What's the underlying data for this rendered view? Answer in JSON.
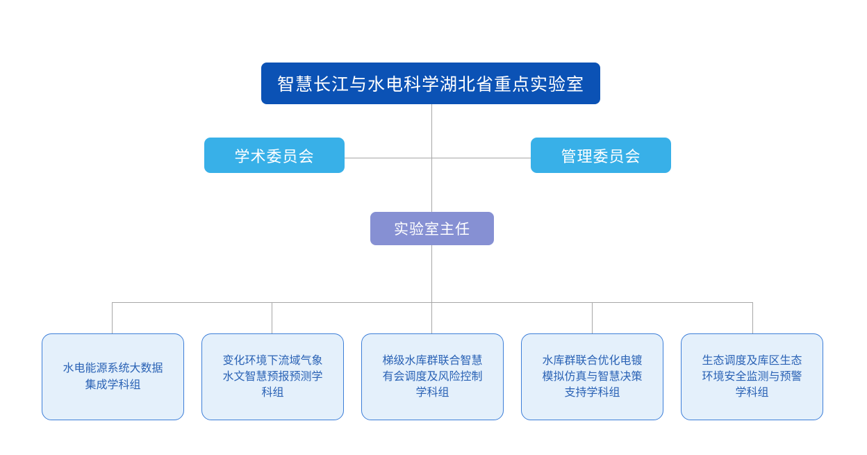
{
  "chart": {
    "type": "organization-chart",
    "root": {
      "id": "lab",
      "label": "智慧长江与水电科学湖北省重点实验室",
      "color": "#0b52b5",
      "text_color": "#ffffff"
    },
    "committees": [
      {
        "id": "academic-committee",
        "label": "学术委员会",
        "color": "#38b0e8",
        "text_color": "#ffffff",
        "side": "left"
      },
      {
        "id": "management-committee",
        "label": "管理委员会",
        "color": "#38b0e8",
        "text_color": "#ffffff",
        "side": "right"
      }
    ],
    "director": {
      "id": "lab-director",
      "label": "实验室主任",
      "color": "#8690d3",
      "text_color": "#ffffff"
    },
    "groups": [
      {
        "id": "group-big-data",
        "label": "水电能源系统大数据\n集成学科组",
        "fill": "#e4f0fb",
        "border": "#3b7dd8",
        "text_color": "#2a62b5"
      },
      {
        "id": "group-forecast",
        "label": "变化环境下流域气象\n水文智慧预报预测学\n科组",
        "fill": "#e4f0fb",
        "border": "#3b7dd8",
        "text_color": "#2a62b5"
      },
      {
        "id": "group-cascade-dispatch",
        "label": "梯级水库群联合智慧\n有会调度及风险控制\n学科组",
        "fill": "#e4f0fb",
        "border": "#3b7dd8",
        "text_color": "#2a62b5"
      },
      {
        "id": "group-simulation-decision",
        "label": "水库群联合优化电镀\n模拟仿真与智慧决策\n支持学科组",
        "fill": "#e4f0fb",
        "border": "#3b7dd8",
        "text_color": "#2a62b5"
      },
      {
        "id": "group-eco-monitoring",
        "label": "生态调度及库区生态\n环境安全监测与预警\n学科组",
        "fill": "#e4f0fb",
        "border": "#3b7dd8",
        "text_color": "#2a62b5"
      }
    ],
    "connector_color": "#a6a6a6"
  }
}
